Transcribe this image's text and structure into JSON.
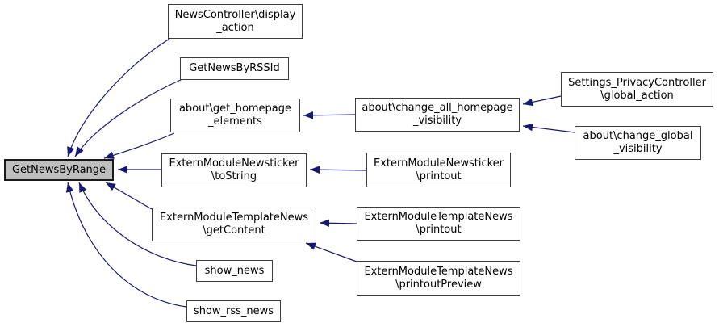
{
  "diagram": {
    "kind": "caller-graph",
    "focus_function": "GetNewsByRange",
    "colors": {
      "edge": "#191970",
      "node_fill": "#ffffff",
      "node_border": "#3d3d3d",
      "focus_fill": "#bfbfbf",
      "background": "#ffffff"
    },
    "nodes": [
      {
        "id": "get-news-by-range",
        "label": "GetNewsByRange"
      },
      {
        "id": "news-controller-display-action",
        "label": "NewsController\\display\n_action"
      },
      {
        "id": "get-news-by-rss-id",
        "label": "GetNewsByRSSId"
      },
      {
        "id": "about-get-homepage-elements",
        "label": "about\\get_homepage\n_elements"
      },
      {
        "id": "extern-module-newsticker-tostring",
        "label": "ExternModuleNewsticker\n\\toString"
      },
      {
        "id": "extern-module-template-news-getcontent",
        "label": "ExternModuleTemplateNews\n\\getContent"
      },
      {
        "id": "show-news",
        "label": "show_news"
      },
      {
        "id": "show-rss-news",
        "label": "show_rss_news"
      },
      {
        "id": "about-change-all-homepage-visibility",
        "label": "about\\change_all_homepage\n_visibility"
      },
      {
        "id": "settings-privacy-controller-global-action",
        "label": "Settings_PrivacyController\n\\global_action"
      },
      {
        "id": "about-change-global-visibility",
        "label": "about\\change_global\n_visibility"
      },
      {
        "id": "extern-module-newsticker-printout",
        "label": "ExternModuleNewsticker\n\\printout"
      },
      {
        "id": "extern-module-template-news-printout",
        "label": "ExternModuleTemplateNews\n\\printout"
      },
      {
        "id": "extern-module-template-news-printout-preview",
        "label": "ExternModuleTemplateNews\n\\printoutPreview"
      }
    ],
    "edges": [
      {
        "from": "news-controller-display-action",
        "to": "get-news-by-range"
      },
      {
        "from": "get-news-by-rss-id",
        "to": "get-news-by-range"
      },
      {
        "from": "about-get-homepage-elements",
        "to": "get-news-by-range"
      },
      {
        "from": "extern-module-newsticker-tostring",
        "to": "get-news-by-range"
      },
      {
        "from": "extern-module-template-news-getcontent",
        "to": "get-news-by-range"
      },
      {
        "from": "show-news",
        "to": "get-news-by-range"
      },
      {
        "from": "show-rss-news",
        "to": "get-news-by-range"
      },
      {
        "from": "about-change-all-homepage-visibility",
        "to": "about-get-homepage-elements"
      },
      {
        "from": "settings-privacy-controller-global-action",
        "to": "about-change-all-homepage-visibility"
      },
      {
        "from": "about-change-global-visibility",
        "to": "about-change-all-homepage-visibility"
      },
      {
        "from": "extern-module-newsticker-printout",
        "to": "extern-module-newsticker-tostring"
      },
      {
        "from": "extern-module-template-news-printout",
        "to": "extern-module-template-news-getcontent"
      },
      {
        "from": "extern-module-template-news-printout-preview",
        "to": "extern-module-template-news-getcontent"
      }
    ]
  }
}
